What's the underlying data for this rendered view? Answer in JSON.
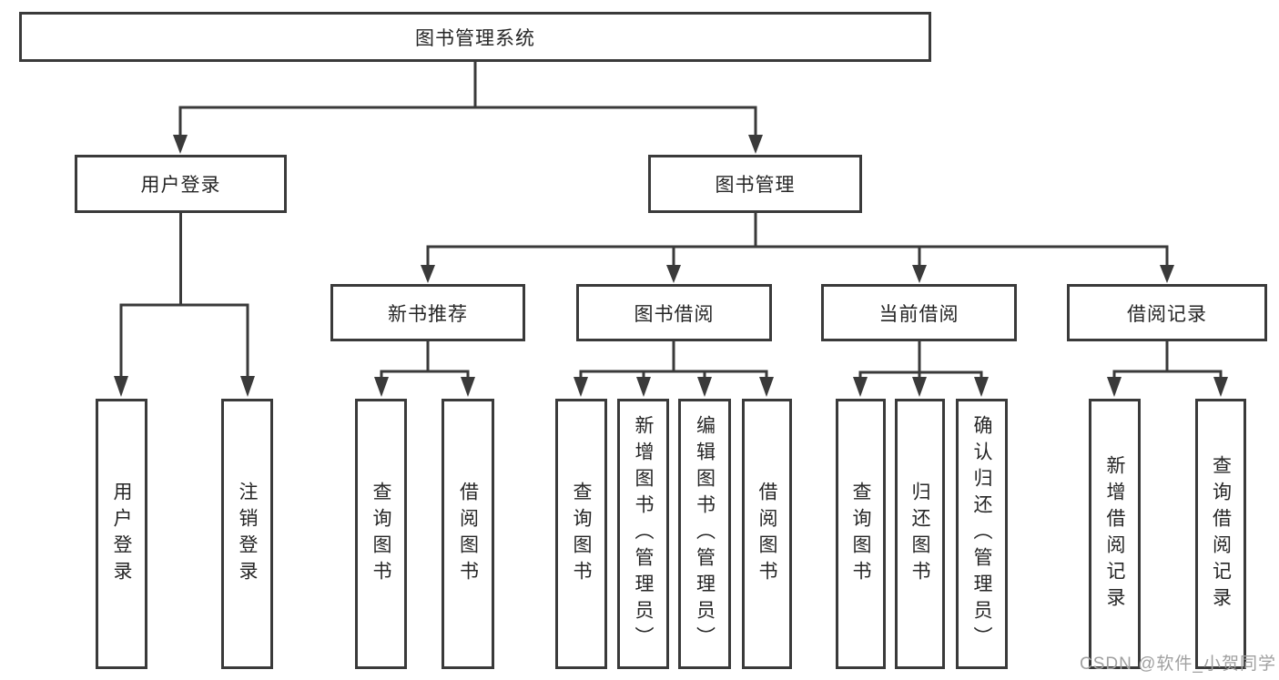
{
  "colors": {
    "line": "#3a3a3a",
    "text": "#262626",
    "box_background": "#ffffff",
    "watermark": "#a0a0a0"
  },
  "nodes": {
    "root": "图书管理系统",
    "user_login": "用户登录",
    "book_management": "图书管理",
    "new_book_recommend": "新书推荐",
    "book_borrow": "图书借阅",
    "current_borrow": "当前借阅",
    "borrow_records": "借阅记录"
  },
  "leaves": {
    "user_login": [
      "用户登录",
      "注销登录"
    ],
    "new_book_recommend": [
      "查询图书",
      "借阅图书"
    ],
    "book_borrow": [
      "查询图书",
      "新增图书（管理员）",
      "编辑图书（管理员）",
      "借阅图书"
    ],
    "current_borrow": [
      "查询图书",
      "归还图书",
      "确认归还（管理员）"
    ],
    "borrow_records": [
      "新增借阅记录",
      "查询借阅记录"
    ]
  },
  "watermark": "CSDN @软件_小贺同学"
}
